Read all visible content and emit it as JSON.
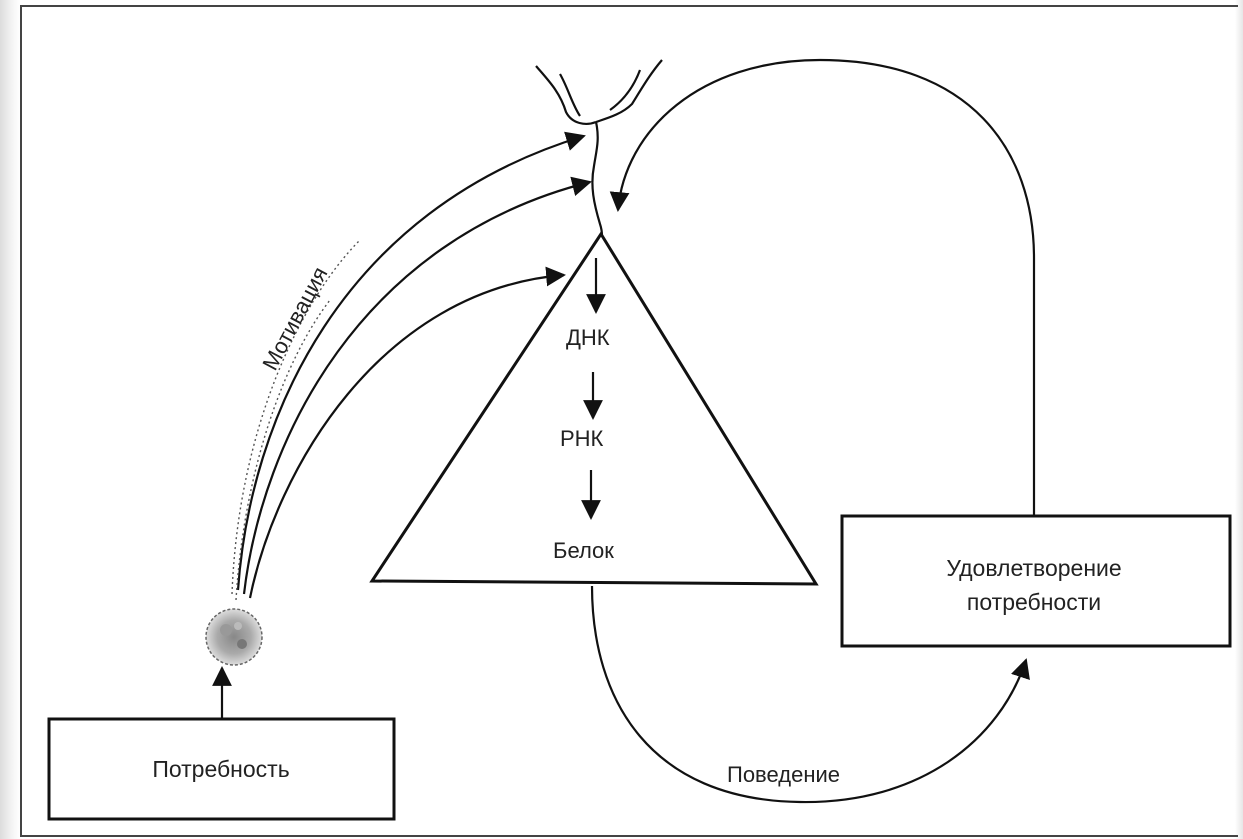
{
  "diagram": {
    "labels": {
      "motivation": "Мотивация",
      "dna": "ДНК",
      "rna": "РНК",
      "protein": "Белок",
      "need": "Потребность",
      "behavior": "Поведение",
      "satisfaction_line1": "Удовлетворение",
      "satisfaction_line2": "потребности"
    },
    "colors": {
      "ink": "#111111",
      "background": "#ffffff"
    },
    "icons": [
      "neuron-dendrites",
      "stimulus-blob"
    ]
  }
}
